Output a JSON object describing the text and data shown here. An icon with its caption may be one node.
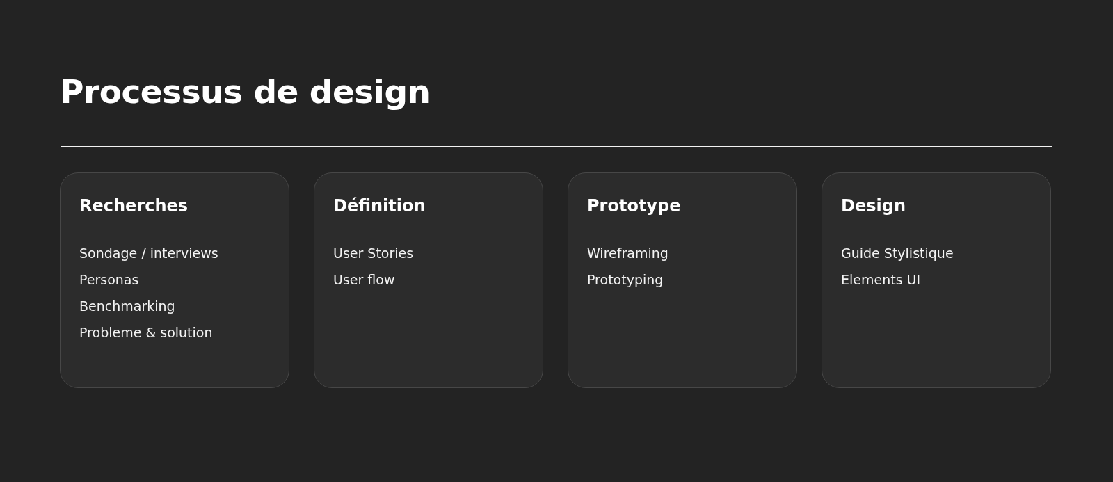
{
  "diagram": {
    "title": "Processus de design",
    "nodes": [
      {
        "text": [
          "Recherches",
          "Sondage / interviews",
          "Personas",
          "Benchmarking",
          "Probleme & solution"
        ]
      },
      {
        "text": [
          "Définition",
          "User Stories",
          "User flow"
        ]
      },
      {
        "text": [
          "Prototype",
          "Wireframing",
          "Prototyping"
        ]
      },
      {
        "text": [
          "Design",
          "Guide Stylistique",
          "Elements UI"
        ]
      }
    ],
    "edges": []
  }
}
